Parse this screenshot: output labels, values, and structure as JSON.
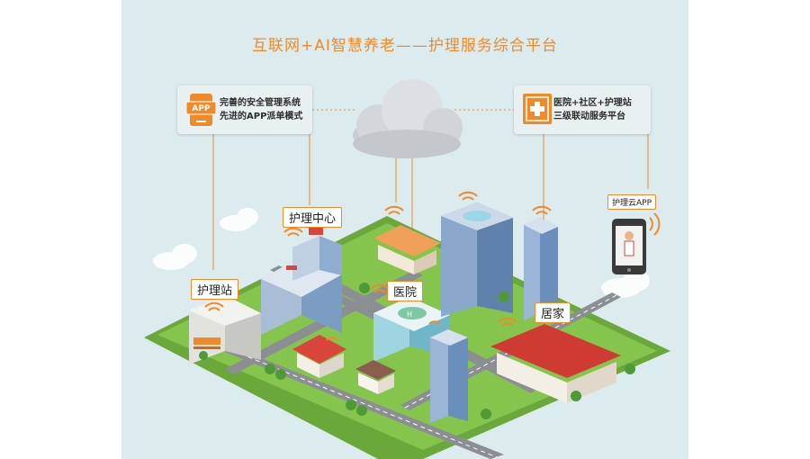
{
  "title": "互联网+AI智慧养老——护理服务综合平台",
  "left_card": {
    "icon_label": "APP",
    "lines": [
      "完善的安全管理系统",
      "先进的APP派单模式"
    ]
  },
  "right_card": {
    "lines": [
      "医院+社区+护理站",
      "三级联动服务平台"
    ]
  },
  "labels": {
    "nursing_center": "护理中心",
    "nursing_station": "护理站",
    "hospital": "医院",
    "home": "居家",
    "nursing_app": "护理云APP"
  },
  "colors": {
    "accent": "#ee8a2a",
    "panel_bg": "#dcebed",
    "grass": "#7cbf45",
    "road": "#8b8f94",
    "building_blue": "#7b9dc4"
  }
}
